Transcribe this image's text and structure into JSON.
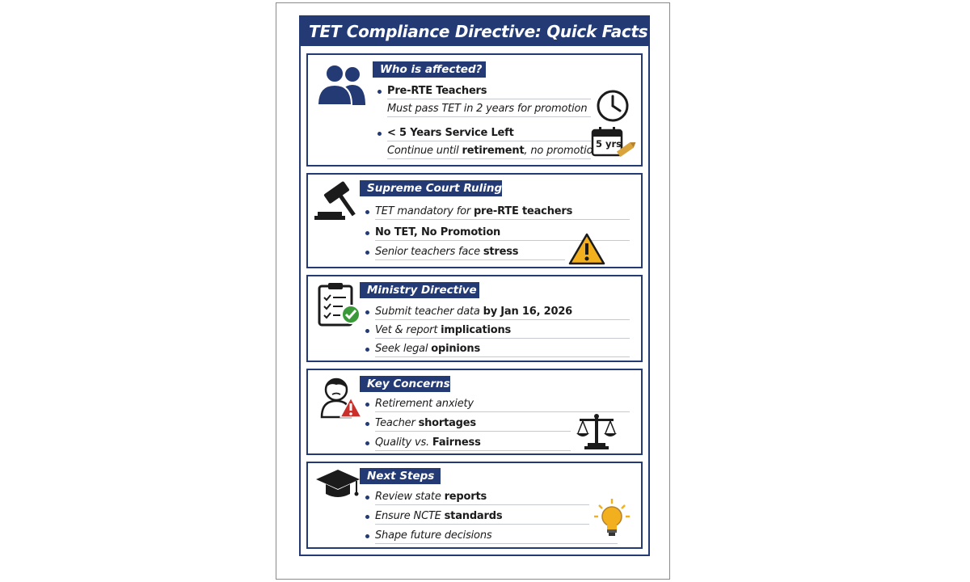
{
  "title": "TET Compliance Directive: Quick Facts",
  "sections": {
    "affected": {
      "heading": "Who is affected?",
      "group1_title": "Pre-RTE Teachers",
      "group1_desc": "Must pass TET in 2 years for promotion",
      "group2_title": "< 5 Years Service Left",
      "group2_desc_a": "Continue until ",
      "group2_desc_b": "retirement",
      "group2_desc_c": ", no promotion",
      "calendar_label": "5 yrs"
    },
    "court": {
      "heading": "Supreme Court Ruling",
      "item1_a": "TET mandatory for ",
      "item1_b": "pre-RTE teachers",
      "item2": "No TET, No Promotion",
      "item3_a": "Senior teachers face ",
      "item3_b": "stress"
    },
    "ministry": {
      "heading": "Ministry Directive",
      "item1_a": "Submit teacher data ",
      "item1_b": "by Jan 16, 2026",
      "item2_a": "Vet & report ",
      "item2_b": "implications",
      "item3_a": "Seek legal ",
      "item3_b": "opinions"
    },
    "concerns": {
      "heading": "Key Concerns",
      "item1": "Retirement anxiety",
      "item2_a": "Teacher ",
      "item2_b": "shortages",
      "item3_a": "Quality vs. ",
      "item3_b": "Fairness"
    },
    "steps": {
      "heading": "Next Steps",
      "item1_a": "Review state ",
      "item1_b": "reports",
      "item2_a": "Ensure NCTE ",
      "item2_b": "standards",
      "item3": "Shape future decisions"
    }
  },
  "colors": {
    "navy": "#233a74",
    "warning": "#f2b01e",
    "gold": "#d9a43c",
    "check": "#3a9a3a",
    "alert": "#c9302c"
  },
  "icons": [
    "people-icon",
    "clock-icon",
    "calendar-icon",
    "pencil-icon",
    "gavel-icon",
    "warning-icon",
    "clipboard-check-icon",
    "person-alert-icon",
    "scales-icon",
    "graduation-cap-icon",
    "lightbulb-icon"
  ]
}
